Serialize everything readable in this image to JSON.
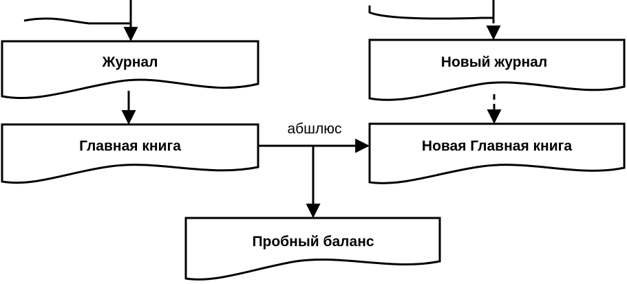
{
  "documents": {
    "journal": "Журнал",
    "general_ledger": "Главная книга",
    "trial_balance": "Пробный баланс",
    "new_journal": "Новый журнал",
    "new_general_ledger": "Новая Главная книга"
  },
  "connector_label": "абшлюс",
  "colors": {
    "stroke": "#000000",
    "background": "#ffffff"
  }
}
